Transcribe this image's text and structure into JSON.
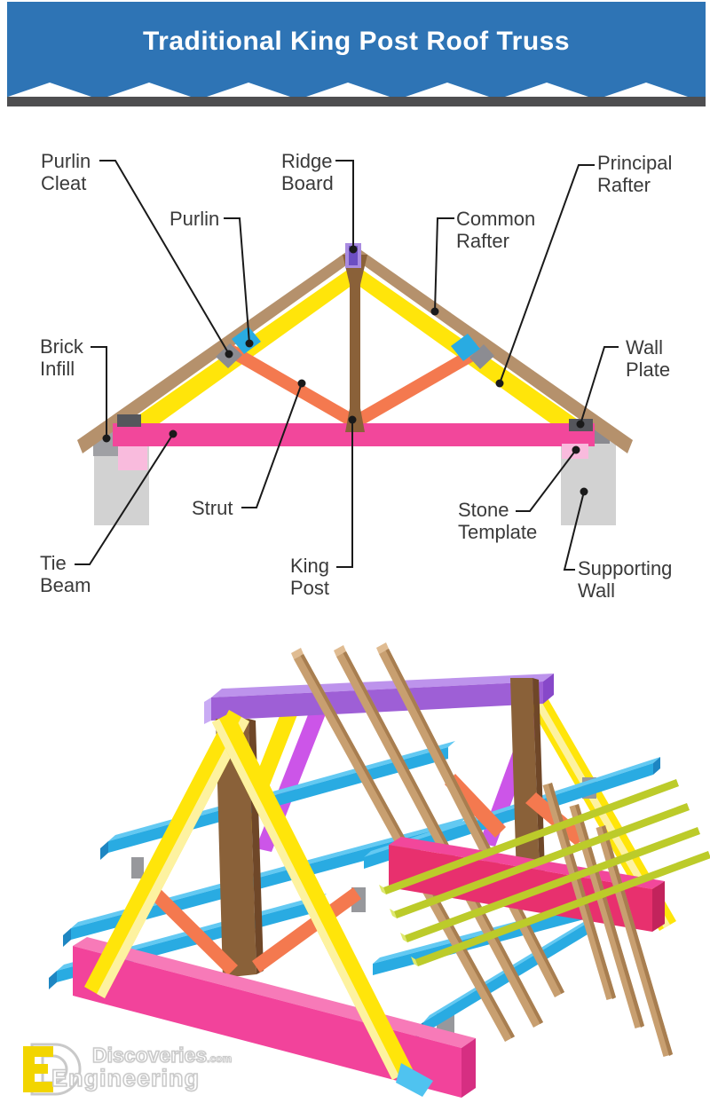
{
  "header": {
    "title": "Traditional King Post Roof Truss"
  },
  "labels_2d": {
    "purlin_cleat": "Purlin\nCleat",
    "purlin": "Purlin",
    "ridge_board": "Ridge\nBoard",
    "common_rafter": "Common\nRafter",
    "principal_rafter": "Principal\nRafter",
    "brick_infill": "Brick\nInfill",
    "wall_plate": "Wall\nPlate",
    "strut": "Strut",
    "stone_template": "Stone\nTemplate",
    "tie_beam": "Tie\nBeam",
    "king_post": "King\nPost",
    "supporting_wall": "Supporting\nWall"
  },
  "logo": {
    "line_top": "Discoveries",
    "suffix": ".com",
    "line_bottom": "Engineering"
  },
  "colors": {
    "header_blue": "#2E74B5",
    "header_strip": "#4E4E50",
    "label_text": "#3A3A3A",
    "rafter_brown": "#B5916C",
    "king_post_brown": "#8A6139",
    "principal_yellow": "#FFE50A",
    "yellow_highlight": "#FDF2A0",
    "strut_orange": "#F4794F",
    "tie_beam_pink": "#F2479B",
    "stone_pink": "#F9BBDD",
    "wall_gray": "#D2D2D2",
    "infill_gray": "#9FA0A4",
    "wall_plate_dark": "#55565C",
    "purlin_blue": "#29ABE2",
    "purlin_blue_top": "#63C9F2",
    "purlin_blue_dark": "#1E86C2",
    "cleat_gray": "#8C8C92",
    "ridge_purple_inner": "#6B4EC2",
    "ridge_purple_outer": "#A98BE0",
    "ridge3d_purple": "#9E5FD6",
    "tan_3d": "#C89F70",
    "tan_3d_dark": "#A87E50",
    "magenta_3d": "#CC55E8",
    "olive_batten": "#BCCB2A",
    "pink_front_beam": "#F2439B",
    "pink_right_beam": "#E8306E"
  }
}
